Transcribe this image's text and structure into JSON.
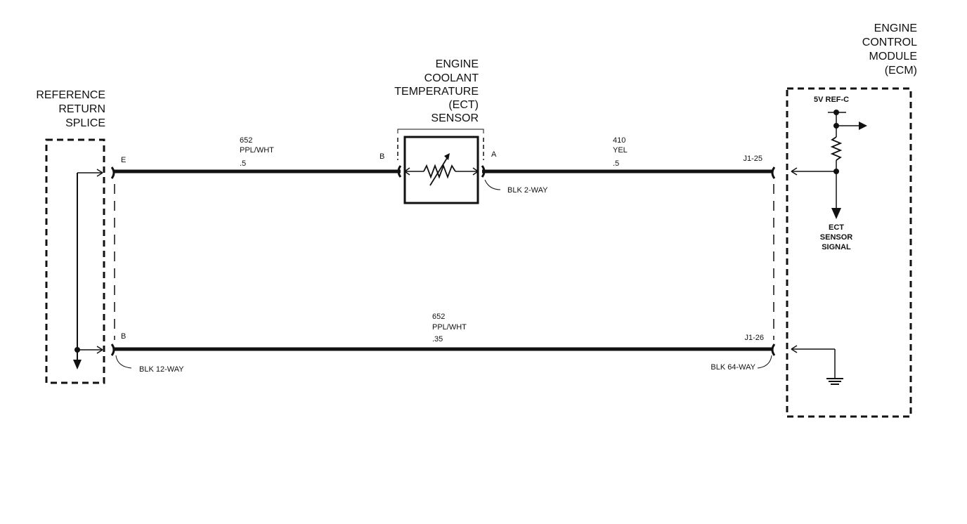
{
  "components": {
    "reference_splice": {
      "lines": [
        "REFERENCE",
        "RETURN",
        "SPLICE"
      ]
    },
    "ect_sensor": {
      "lines": [
        "ENGINE",
        "COOLANT",
        "TEMPERATURE",
        "(ECT)",
        "SENSOR"
      ]
    },
    "ecm": {
      "lines": [
        "ENGINE",
        "CONTROL",
        "MODULE",
        "(ECM)"
      ]
    }
  },
  "wires": {
    "upper_left": {
      "circuit": "652",
      "color": "PPL/WHT",
      "size": ".5"
    },
    "upper_right": {
      "circuit": "410",
      "color": "YEL",
      "size": ".5"
    },
    "lower": {
      "circuit": "652",
      "color": "PPL/WHT",
      "size": ".35"
    }
  },
  "pins": {
    "splice_upper": "E",
    "splice_lower": "B",
    "sensor_left": "B",
    "sensor_right": "A",
    "ecm_upper": "J1-25",
    "ecm_lower": "J1-26"
  },
  "connectors": {
    "sensor": "BLK 2-WAY",
    "splice": "BLK 12-WAY",
    "ecm": "BLK 64-WAY"
  },
  "ecm_internal": {
    "reference": "5V REF-C",
    "signal_lines": [
      "ECT",
      "SENSOR",
      "SIGNAL"
    ]
  }
}
